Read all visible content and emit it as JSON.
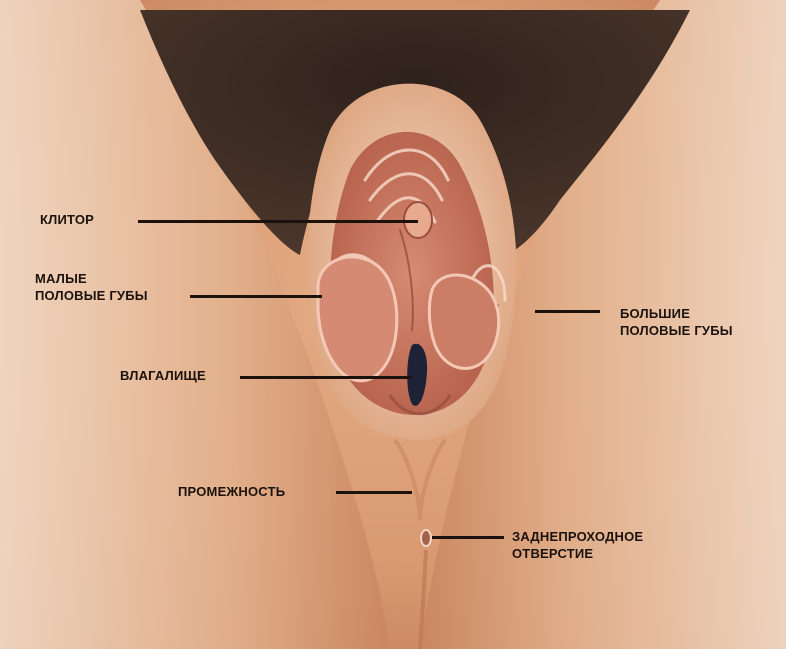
{
  "labels": {
    "clitoris": [
      "КЛИТОР"
    ],
    "labia_minora": [
      "МАЛЫЕ",
      "ПОЛОВЫЕ ГУБЫ"
    ],
    "labia_majora": [
      "БОЛЬШИЕ",
      "ПОЛОВЫЕ ГУБЫ"
    ],
    "vagina": [
      "ВЛАГАЛИЩЕ"
    ],
    "perineum": [
      "ПРОМЕЖНОСТЬ"
    ],
    "anus": [
      "ЗАДНЕПРОХОДНОЕ",
      "ОТВЕРСТИЕ"
    ]
  },
  "colors": {
    "skin_light": "#f0cdb0",
    "skin_mid": "#d99a72",
    "skin_dark": "#a8603f",
    "hair": "#3a2a22",
    "inner_tissue": "#c06a56",
    "line": "#1b120d"
  }
}
